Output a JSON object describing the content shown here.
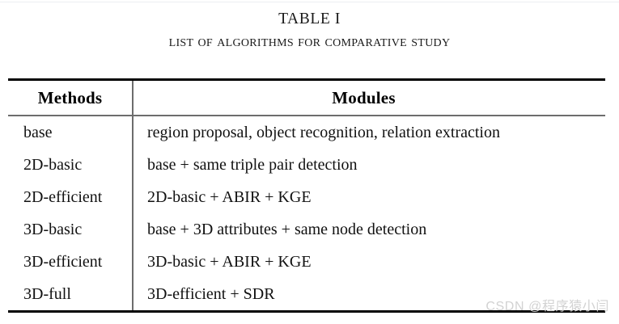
{
  "caption": {
    "table_number": "TABLE I",
    "table_title": "List of Algorithms for Comparative Study",
    "table_title_plain": "LIST OF ALGORITHMS FOR COMPARATIVE STUDY"
  },
  "table": {
    "columns": [
      "Methods",
      "Modules"
    ],
    "rows": [
      {
        "method": "base",
        "modules": "region proposal, object recognition, relation extraction"
      },
      {
        "method": "2D-basic",
        "modules": "base + same triple pair detection"
      },
      {
        "method": "2D-efficient",
        "modules": "2D-basic + ABIR + KGE"
      },
      {
        "method": "3D-basic",
        "modules": "base + 3D attributes + same node detection"
      },
      {
        "method": "3D-efficient",
        "modules": "3D-basic + ABIR + KGE"
      },
      {
        "method": "3D-full",
        "modules": "3D-efficient + SDR"
      }
    ]
  },
  "watermark": {
    "text": "CSDN @程序猿小闫"
  },
  "colors": {
    "page_background": "#ffffff",
    "text": "#111111",
    "heavy_rule": "#000000",
    "light_rule": "#6d6d6d",
    "watermark": "#d2d2d2"
  }
}
